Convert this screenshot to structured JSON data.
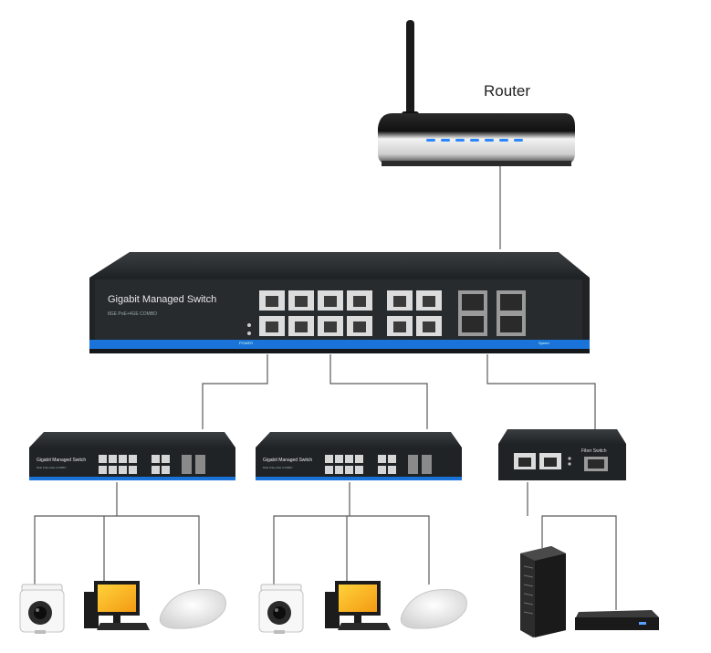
{
  "router": {
    "label": "Router"
  },
  "main_switch": {
    "title": "Gigabit Managed Switch",
    "subtitle": "8GE PoE+4GE COMBO",
    "power_label": "POWER",
    "speed_label": "Speed"
  },
  "access_switch_left": {
    "title": "Gigabit Managed Switch",
    "subtitle": "8GE PoE+4GE COMBO"
  },
  "access_switch_right": {
    "title": "Gigabit Managed Switch",
    "subtitle": "8GE PoE+4GE COMBO"
  },
  "fiber_switch": {
    "title": "Fiber Switch"
  },
  "colors": {
    "switch_body": "#1f2326",
    "switch_top": "#2e3235",
    "accent_blue": "#1a73d9",
    "link_line": "#555555"
  }
}
